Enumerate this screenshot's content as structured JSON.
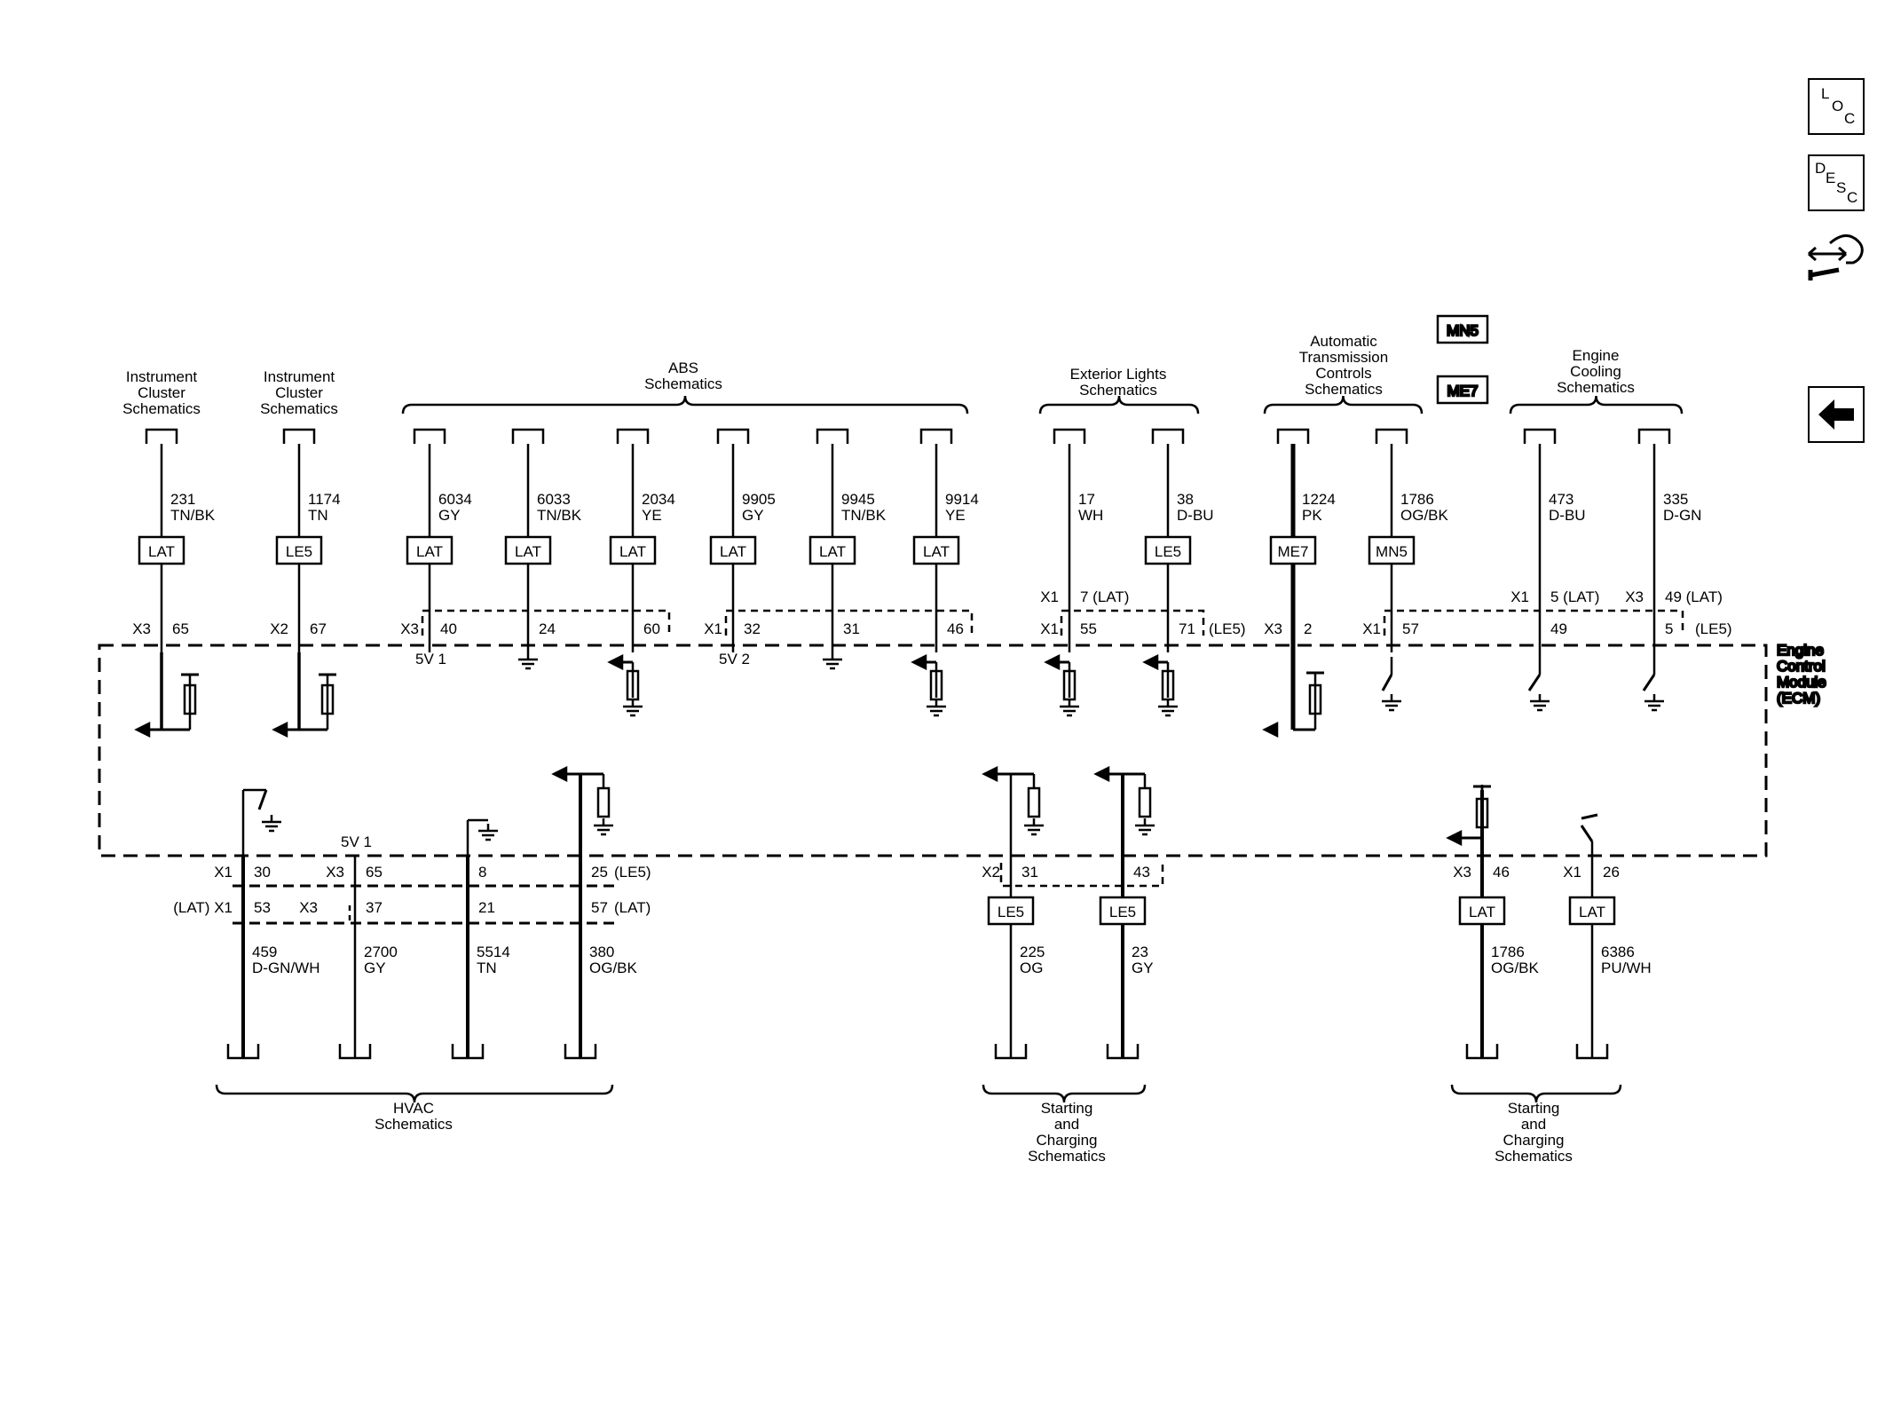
{
  "side_buttons": {
    "loc": {
      "l1": "L",
      "l2": "O",
      "l3": "C"
    },
    "desc": {
      "l1": "D",
      "l2": "E",
      "l3": "S",
      "l4": "C"
    }
  },
  "module": {
    "l1": "Engine",
    "l2": "Control",
    "l3": "Module",
    "l4": "(ECM)"
  },
  "options_top": {
    "mn5": "MN5",
    "me7": "ME7"
  },
  "top_groups": [
    {
      "lines": [
        "Instrument",
        "Cluster",
        "Schematics"
      ]
    },
    {
      "lines": [
        "Instrument",
        "Cluster",
        "Schematics"
      ]
    },
    {
      "lines": [
        "ABS",
        "Schematics"
      ]
    },
    {
      "lines": [
        "Exterior Lights",
        "Schematics"
      ]
    },
    {
      "lines": [
        "Automatic",
        "Transmission",
        "Controls",
        "Schematics"
      ]
    },
    {
      "lines": [
        "Engine",
        "Cooling",
        "Schematics"
      ]
    }
  ],
  "top_circuits": [
    {
      "circuit": "231",
      "color": "TN/BK",
      "option": "LAT",
      "conn": "X3",
      "pin": "65"
    },
    {
      "circuit": "1174",
      "color": "TN",
      "option": "LE5",
      "conn": "X2",
      "pin": "67"
    },
    {
      "circuit": "6034",
      "color": "GY",
      "option": "LAT",
      "conn": "X3",
      "pin": "40",
      "ref": "5V 1"
    },
    {
      "circuit": "6033",
      "color": "TN/BK",
      "option": "LAT",
      "pin": "24"
    },
    {
      "circuit": "2034",
      "color": "YE",
      "option": "LAT",
      "pin": "60"
    },
    {
      "circuit": "9905",
      "color": "GY",
      "option": "LAT",
      "conn": "X1",
      "pin": "32",
      "ref": "5V 2"
    },
    {
      "circuit": "9945",
      "color": "TN/BK",
      "option": "LAT",
      "pin": "31"
    },
    {
      "circuit": "9914",
      "color": "YE",
      "option": "LAT",
      "pin": "46"
    },
    {
      "circuit": "17",
      "color": "WH",
      "conn": "X1",
      "pin": "55",
      "alt_conn": "X1",
      "alt_pin": "7 (LAT)"
    },
    {
      "circuit": "38",
      "color": "D-BU",
      "option": "LE5",
      "pin": "71",
      "suffix": "(LE5)"
    },
    {
      "circuit": "1224",
      "color": "PK",
      "option": "ME7",
      "conn": "X3",
      "pin": "2"
    },
    {
      "circuit": "1786",
      "color": "OG/BK",
      "option": "MN5",
      "conn": "X1",
      "pin": "57"
    },
    {
      "circuit": "473",
      "color": "D-BU",
      "pin": "49",
      "alt_conn": "X1",
      "alt_pin": "5 (LAT)"
    },
    {
      "circuit": "335",
      "color": "D-GN",
      "pin": "5",
      "alt_conn": "X3",
      "alt_pin": "49 (LAT)",
      "suffix": "(LE5)"
    }
  ],
  "bottom_groups": [
    {
      "lines": [
        "HVAC",
        "Schematics"
      ]
    },
    {
      "lines": [
        "Starting",
        "and",
        "Charging",
        "Schematics"
      ]
    },
    {
      "lines": [
        "Starting",
        "and",
        "Charging",
        "Schematics"
      ]
    }
  ],
  "bottom_circuits": [
    {
      "circuit": "459",
      "color": "D-GN/WH",
      "conn": "X1",
      "pin": "30",
      "alt_conn": "(LAT) X1",
      "alt_pin": "53"
    },
    {
      "circuit": "2700",
      "color": "GY",
      "conn": "X3",
      "pin": "65",
      "alt_pin": "37",
      "ref": "5V 1"
    },
    {
      "circuit": "5514",
      "color": "TN",
      "pin": "8",
      "alt_pin": "21"
    },
    {
      "circuit": "380",
      "color": "OG/BK",
      "pin": "25",
      "alt_pin": "57",
      "suffix": "(LE5)",
      "alt_suffix": "(LAT)"
    },
    {
      "circuit": "225",
      "color": "OG",
      "option": "LE5",
      "conn": "X2",
      "pin": "31"
    },
    {
      "circuit": "23",
      "color": "GY",
      "option": "LE5",
      "pin": "43"
    },
    {
      "circuit": "1786",
      "color": "OG/BK",
      "option": "LAT",
      "conn": "X3",
      "pin": "46"
    },
    {
      "circuit": "6386",
      "color": "PU/WH",
      "option": "LAT",
      "conn": "X1",
      "pin": "26"
    }
  ]
}
